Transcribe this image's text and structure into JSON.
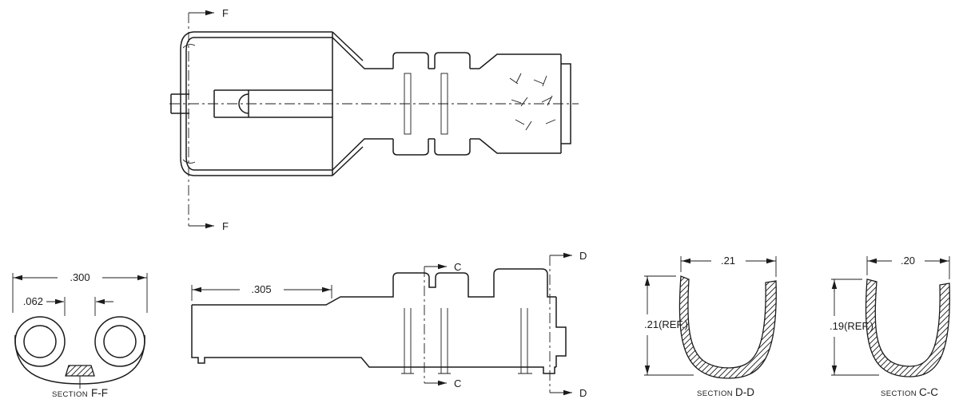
{
  "drawing": {
    "line_color": "#1b1b1b",
    "background": "#ffffff"
  },
  "top_view": {
    "cut_label_top": "F",
    "cut_label_bottom": "F"
  },
  "side_view": {
    "dim_length": ".305",
    "cut_c_top": "C",
    "cut_c_bottom": "C",
    "cut_d_top": "D",
    "cut_d_bottom": "D"
  },
  "section_ff": {
    "dim_width": ".300",
    "dim_gap": ".062",
    "label_prefix": "SECTION",
    "label_name": "F-F"
  },
  "section_dd": {
    "dim_width": ".21",
    "dim_depth": ".21(REF.)",
    "label_prefix": "SECTION",
    "label_name": "D-D"
  },
  "section_cc": {
    "dim_width": ".20",
    "dim_depth": ".19(REF.)",
    "label_prefix": "SECTION",
    "label_name": "C-C"
  }
}
